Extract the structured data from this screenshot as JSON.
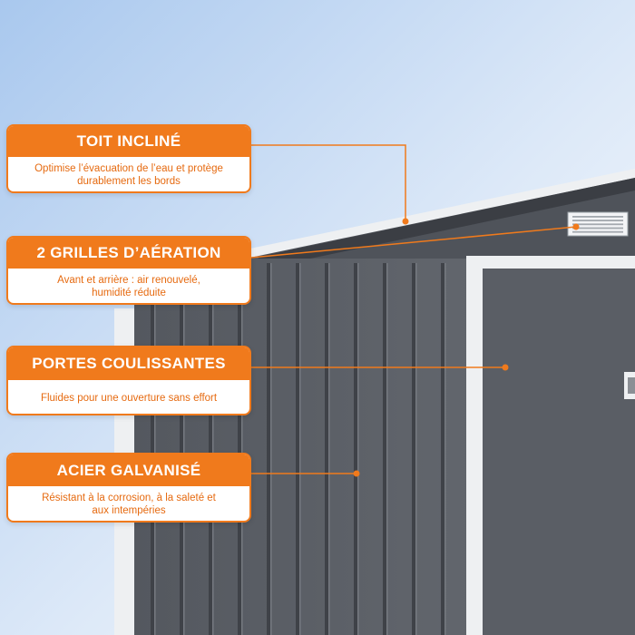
{
  "colors": {
    "accent": "#f07a1c",
    "shed_panel": "#5d6168",
    "shed_rib": "#3f4248",
    "trim": "#eef0f2",
    "sky_top": "#b9d3f1",
    "sky_bottom": "#ffffff"
  },
  "features": [
    {
      "title": "TOIT INCLINÉ",
      "description": "Optimise l’évacuation de l’eau et protège\ndurablement les bords"
    },
    {
      "title": "2 GRILLES D’AÉRATION",
      "description": "Avant et arrière : air renouvelé,\nhumidité réduite"
    },
    {
      "title": "PORTES COULISSANTES",
      "description": "Fluides pour une ouverture sans effort"
    },
    {
      "title": "ACIER GALVANISÉ",
      "description": "Résistant à la corrosion, à la saleté et\naux intempéries"
    }
  ]
}
